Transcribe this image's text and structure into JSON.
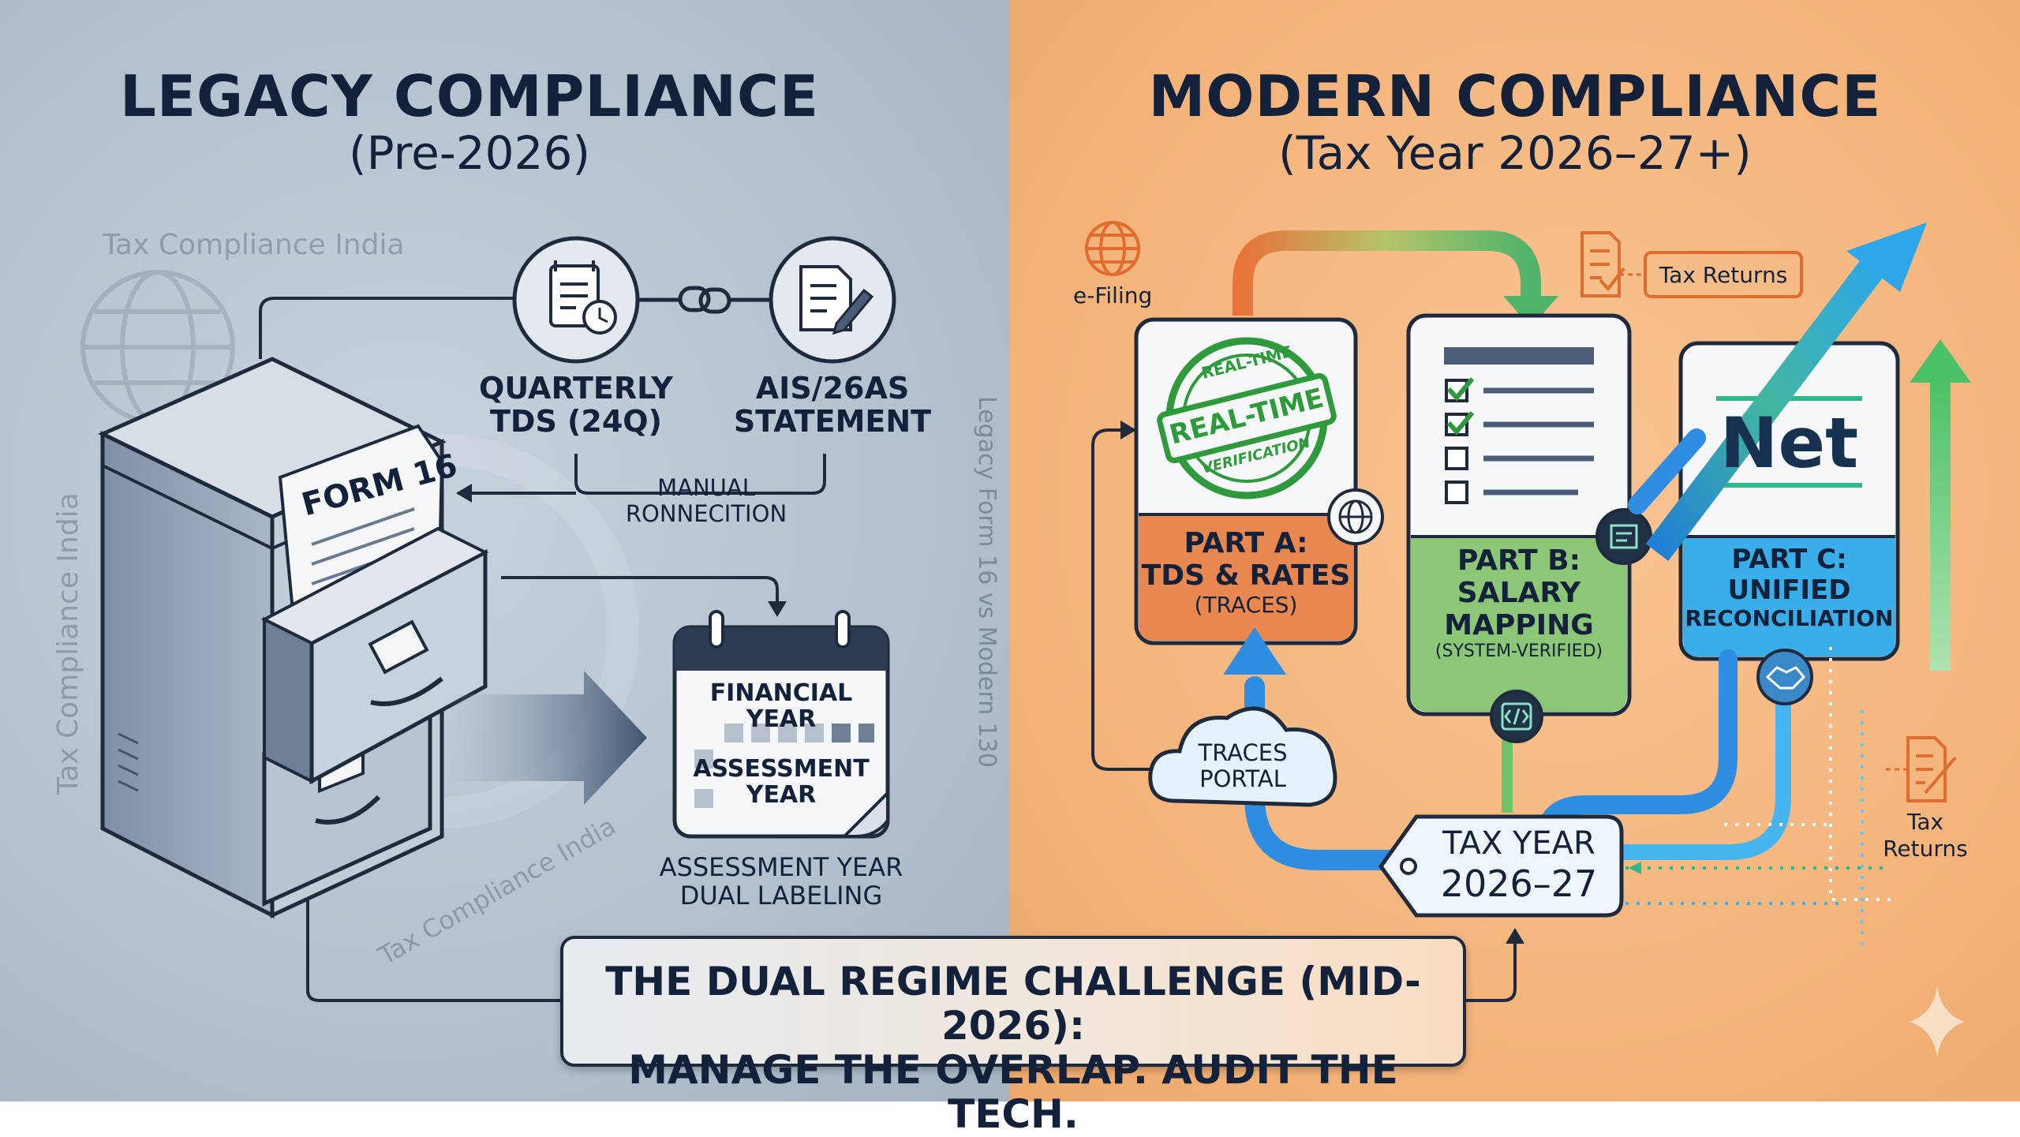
{
  "left": {
    "title": "LEGACY COMPLIANCE",
    "subtitle": "(Pre-2026)",
    "watermark_top": "Tax Compliance India",
    "watermark_vertical": "Tax Compliance India",
    "watermark_diagonal": "Tax Compliance India",
    "watermark_right_vertical": "Legacy Form 16 vs Modern 130",
    "quarterly_label": [
      "QUARTERLY",
      "TDS (24Q)"
    ],
    "ais_label": [
      "AIS/26AS",
      "STATEMENT"
    ],
    "manual_label": [
      "MANUAL",
      "RONNECITION"
    ],
    "form16_label": "FORM 16",
    "calendar_line1": "FINANCIAL YEAR",
    "calendar_line2": [
      "ASSESSMENT",
      "YEAR"
    ],
    "dual_label": [
      "ASSESSMENT YEAR",
      "DUAL LABELING"
    ]
  },
  "right": {
    "title": "MODERN COMPLIANCE",
    "subtitle": "(Tax Year 2026–27+)",
    "efiling_label": "e-Filing",
    "tax_returns_top": "Tax Returns",
    "tax_returns_side": [
      "Tax",
      "Returns"
    ],
    "stamp_arc_top": "REAL-TIME",
    "stamp_center": "REAL-TIME",
    "stamp_arc_bottom": "VERIFICATION",
    "part_a": [
      "PART A:",
      "TDS & RATES",
      "(TRACES)"
    ],
    "part_b": [
      "PART B:",
      "SALARY",
      "MAPPING",
      "(SYSTEM-VERIFIED)"
    ],
    "part_c": [
      "PART C:",
      "UNIFIED",
      "RECONCILIATION"
    ],
    "net_label": "Net",
    "traces_portal": [
      "TRACES",
      "PORTAL"
    ],
    "tax_year_tag": [
      "TAX YEAR",
      "2026–27"
    ]
  },
  "banner": {
    "line1": "THE DUAL REGIME CHALLENGE (MID-2026):",
    "line2": "MANAGE THE OVERLAP. AUDIT THE TECH."
  },
  "colors": {
    "left_bg": "#b5c2cf",
    "right_bg": "#f4b57c",
    "navy": "#1f2a3d",
    "part_a": "#e8874f",
    "part_b": "#8cc677",
    "part_c": "#3aaee8",
    "stamp_green": "#2f9a3c",
    "flow_blue": "#2e8de0",
    "flow_green": "#4cc08a"
  },
  "icons": [
    "globe-icon",
    "calendar-clock-icon",
    "document-pen-icon",
    "chain-link-icon",
    "filing-cabinet-icon",
    "calendar-icon",
    "checklist-icon",
    "cloud-icon",
    "code-icon",
    "handshake-icon",
    "sparkle-icon"
  ]
}
